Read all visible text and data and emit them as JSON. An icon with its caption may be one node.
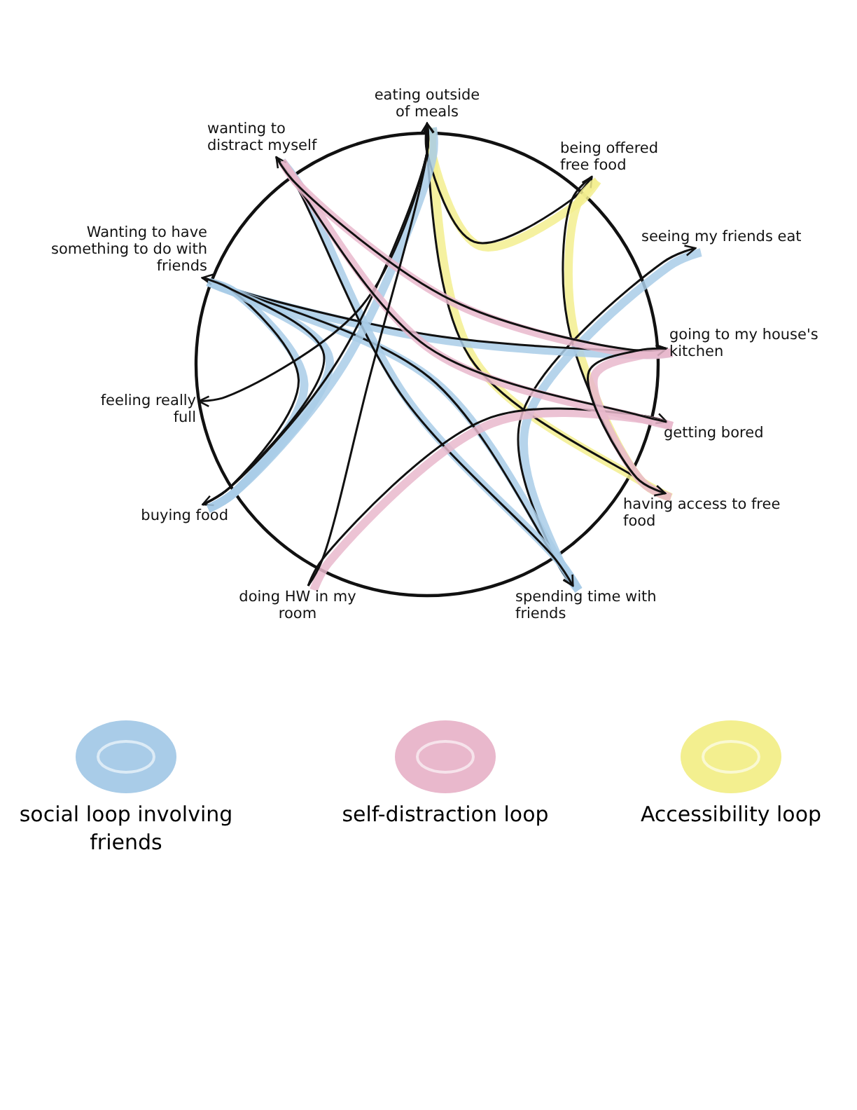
{
  "diagram": {
    "nodes": [
      {
        "text": [
          "eating outside of meals"
        ]
      },
      {
        "text": [
          "being offered free food"
        ]
      },
      {
        "text": [
          "seeing my friends eat"
        ]
      },
      {
        "text": [
          "going to my house's kitchen"
        ]
      },
      {
        "text": [
          "getting bored"
        ]
      },
      {
        "text": [
          "having access to free food"
        ]
      },
      {
        "text": [
          "spending time with friends"
        ]
      },
      {
        "text": [
          "doing HW in my room"
        ]
      },
      {
        "text": [
          "buying food"
        ]
      },
      {
        "text": [
          "feeling really full"
        ]
      },
      {
        "text": [
          "Wanting to have something to do with friends"
        ]
      },
      {
        "text": [
          "wanting to distract myself"
        ]
      }
    ],
    "edges": [
      {
        "from": 5,
        "to": 0,
        "arrow": "to",
        "color": "#f3ef8f"
      },
      {
        "from": 0,
        "to": 1,
        "arrow": "to",
        "color": "#f3ef8f"
      },
      {
        "from": 1,
        "to": 5,
        "arrow": "to",
        "color": "#f3ef8f"
      },
      {
        "from": 6,
        "to": 2,
        "arrow": "to",
        "color": "#a9cce8"
      },
      {
        "from": 10,
        "to": 3,
        "arrow": "to",
        "color": "#a9cce8"
      },
      {
        "from": 10,
        "to": 6,
        "arrow": "to",
        "color": "#a9cce8"
      },
      {
        "from": 11,
        "to": 6,
        "arrow": "to",
        "color": "#a9cce8"
      },
      {
        "from": 8,
        "to": 10,
        "arrow": "to",
        "color": "#a9cce8"
      },
      {
        "from": 10,
        "to": 8,
        "arrow": "to",
        "color": "#a9cce8"
      },
      {
        "from": 8,
        "to": 0,
        "arrow": "to",
        "color": "#a9cce8"
      },
      {
        "from": 0,
        "to": 9,
        "arrow": "to",
        "color": "#111111"
      },
      {
        "from": 7,
        "to": 4,
        "arrow": "to",
        "color": "#e9b8cc"
      },
      {
        "from": 4,
        "to": 11,
        "arrow": "to",
        "color": "#e9b8cc"
      },
      {
        "from": 11,
        "to": 3,
        "arrow": "to",
        "color": "#e9b8cc"
      },
      {
        "from": 3,
        "to": 5,
        "arrow": "to",
        "color": "#e9b8cc"
      },
      {
        "from": 7,
        "to": 0,
        "arrow": "to",
        "color": "#111111"
      }
    ],
    "legend": [
      {
        "text": "social loop involving friends",
        "color": "#a9cce8"
      },
      {
        "text": "self-distraction loop",
        "color": "#e9b8cc"
      },
      {
        "text": "Accessibility loop",
        "color": "#f3ef8f"
      }
    ]
  }
}
